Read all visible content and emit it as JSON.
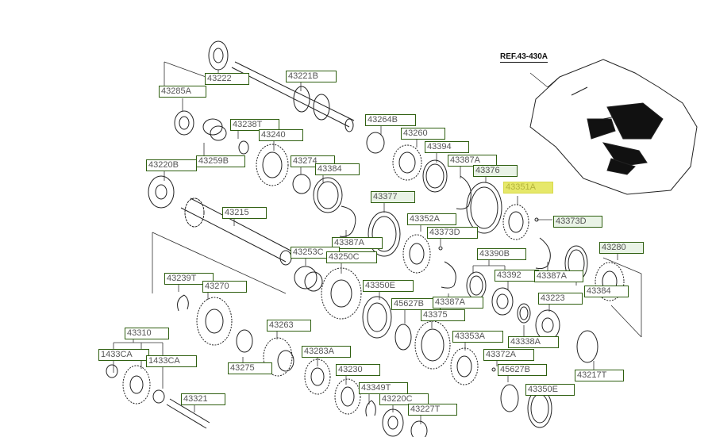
{
  "diagram": {
    "reference_label": "REF.43-430A",
    "highlight_color": "#e6e86a",
    "label_border_color": "#2f5f10",
    "parts": [
      {
        "id": "p43222",
        "code": "43222"
      },
      {
        "id": "p43285A",
        "code": "43285A"
      },
      {
        "id": "p43221B",
        "code": "43221B"
      },
      {
        "id": "p43238T",
        "code": "43238T"
      },
      {
        "id": "p43240",
        "code": "43240"
      },
      {
        "id": "p43259B",
        "code": "43259B"
      },
      {
        "id": "p43220B",
        "code": "43220B"
      },
      {
        "id": "p43264B",
        "code": "43264B"
      },
      {
        "id": "p43260",
        "code": "43260"
      },
      {
        "id": "p43394",
        "code": "43394"
      },
      {
        "id": "p43274",
        "code": "43274"
      },
      {
        "id": "p43384",
        "code": "43384"
      },
      {
        "id": "p43387A_1",
        "code": "43387A"
      },
      {
        "id": "p43376",
        "code": "43376"
      },
      {
        "id": "p43351A",
        "code": "43351A"
      },
      {
        "id": "p43215",
        "code": "43215"
      },
      {
        "id": "p43377",
        "code": "43377"
      },
      {
        "id": "p43352A",
        "code": "43352A"
      },
      {
        "id": "p43373D_1",
        "code": "43373D"
      },
      {
        "id": "p43373D_2",
        "code": "43373D"
      },
      {
        "id": "p43387A_2",
        "code": "43387A"
      },
      {
        "id": "p43253C",
        "code": "43253C"
      },
      {
        "id": "p43250C",
        "code": "43250C"
      },
      {
        "id": "p43280",
        "code": "43280"
      },
      {
        "id": "p43390B",
        "code": "43390B"
      },
      {
        "id": "p43239T",
        "code": "43239T"
      },
      {
        "id": "p43270",
        "code": "43270"
      },
      {
        "id": "p43392",
        "code": "43392"
      },
      {
        "id": "p43387A_3",
        "code": "43387A"
      },
      {
        "id": "p43350E_1",
        "code": "43350E"
      },
      {
        "id": "p43384_2",
        "code": "43384"
      },
      {
        "id": "p45627B_1",
        "code": "45627B"
      },
      {
        "id": "p43387A_4",
        "code": "43387A"
      },
      {
        "id": "p43223",
        "code": "43223"
      },
      {
        "id": "p43375",
        "code": "43375"
      },
      {
        "id": "p43263",
        "code": "43263"
      },
      {
        "id": "p43338A",
        "code": "43338A"
      },
      {
        "id": "p43310",
        "code": "43310"
      },
      {
        "id": "p43353A",
        "code": "43353A"
      },
      {
        "id": "p1433CA_1",
        "code": "1433CA"
      },
      {
        "id": "p1433CA_2",
        "code": "1433CA"
      },
      {
        "id": "p43283A",
        "code": "43283A"
      },
      {
        "id": "p43372A",
        "code": "43372A"
      },
      {
        "id": "p43275",
        "code": "43275"
      },
      {
        "id": "p43230",
        "code": "43230"
      },
      {
        "id": "p45627B_2",
        "code": "45627B"
      },
      {
        "id": "p43217T",
        "code": "43217T"
      },
      {
        "id": "p43350E_2",
        "code": "43350E"
      },
      {
        "id": "p43349T",
        "code": "43349T"
      },
      {
        "id": "p43321",
        "code": "43321"
      },
      {
        "id": "p43220C",
        "code": "43220C"
      },
      {
        "id": "p43227T",
        "code": "43227T"
      }
    ]
  }
}
